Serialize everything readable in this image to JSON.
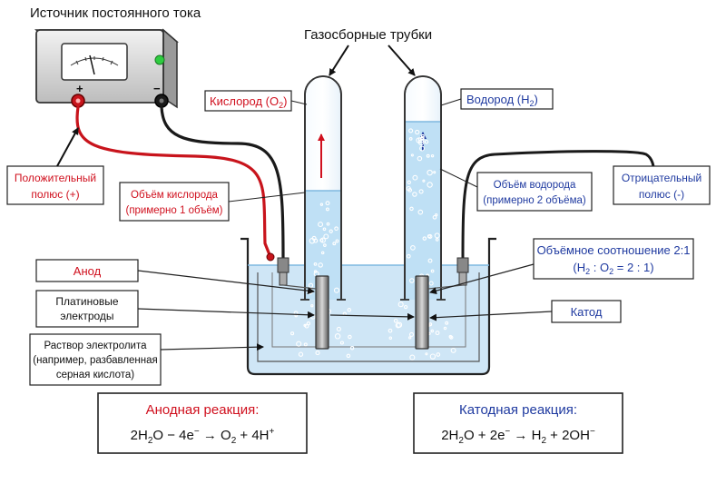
{
  "header": {
    "source_title": "Источник постоянного тока",
    "tubes_title": "Газосборные трубки"
  },
  "power_source": {
    "plus_sign": "+",
    "minus_sign": "−"
  },
  "labels": {
    "oxygen": "Кислород (O",
    "oxygen_sub": "2",
    "oxygen_close": ")",
    "hydrogen": "Водород (H",
    "hydrogen_sub": "2",
    "hydrogen_close": ")",
    "positive_pole_line1": "Положительный",
    "positive_pole_line2": "полюс (+)",
    "negative_pole_line1": "Отрицательный",
    "negative_pole_line2": "полюс (-)",
    "oxygen_volume_line1": "Объём кислорода",
    "oxygen_volume_line2": "(примерно 1 объём)",
    "hydrogen_volume_line1": "Объём водорода",
    "hydrogen_volume_line2": "(примерно 2 объёма)",
    "ratio_line1": "Объёмное соотношение 2:1",
    "ratio_open": "(H",
    "ratio_sub1": "2",
    "ratio_mid": " : O",
    "ratio_sub2": "2",
    "ratio_end": " = 2 : 1)",
    "anode": "Анод",
    "cathode": "Катод",
    "electrodes_line1": "Платиновые",
    "electrodes_line2": "электроды",
    "electrolyte_line1": "Раствор электролита",
    "electrolyte_line2": "(например, разбавленная",
    "electrolyte_line3": "серная кислота)"
  },
  "reactions": {
    "anode_title": "Анодная реакция:",
    "anode_eq": {
      "p1": "2H",
      "s1": "2",
      "p2": "O − 4e",
      "e1": "−",
      "p3": " → O",
      "s2": "2",
      "p4": " + 4H",
      "e2": "+"
    },
    "cathode_title": "Катодная реакция:",
    "cathode_eq": {
      "p1": "2H",
      "s1": "2",
      "p2": "O + 2e",
      "e1": "−",
      "p3": " → H",
      "s2": "2",
      "p4": " + 2OH",
      "e2": "−"
    }
  },
  "colors": {
    "red": "#d0101e",
    "blue": "#1f3aa0",
    "water": "#bfe0f5",
    "water_dark": "#8fc6ea",
    "wire_red": "#c8141c",
    "wire_black": "#1a1a1a"
  }
}
